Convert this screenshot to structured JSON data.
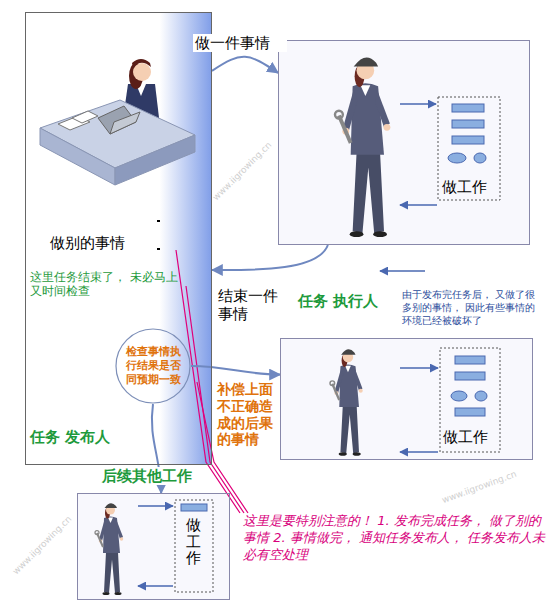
{
  "diagram": {
    "nodes": [
      {
        "text": [
          "做别的事情",
          "任务 发布人"
        ]
      },
      {
        "text": [
          "检查事情执行结果是否同预期一致"
        ],
        "in": 0
      },
      {
        "text": [
          "做工作"
        ]
      },
      {
        "text": [
          "做工作"
        ]
      },
      {
        "text": [
          "做工作"
        ]
      }
    ],
    "edges": [
      {
        "from": 0,
        "to": 2,
        "label": "做一件事情",
        "arrow": "to"
      },
      {
        "from": 2,
        "to": 0,
        "label": "结束一件事情",
        "arrow": "to"
      },
      {
        "from": 1,
        "to": 3,
        "label": "补偿上面不正确造成的后果的事情",
        "arrow": "to"
      },
      {
        "from": 1,
        "to": 4,
        "label": "后续其他工作",
        "arrow": "to"
      }
    ],
    "labels": [
      "任务 执行人",
      "由于发布完任务后， 又做了很多别的事情， 因此有些事情的环境已经被破坏了",
      "这里任务结束了， 未必马上又时间检查",
      "这里是要特别注意的！ 1. 发布完成任务， 做了别的事情 2. 事情做完， 通知任务发布人， 任务发布人未必有空处理",
      "www.iigrowing.cn",
      "www.iigrowing.cn",
      "www.iigrowing.cn"
    ]
  }
}
